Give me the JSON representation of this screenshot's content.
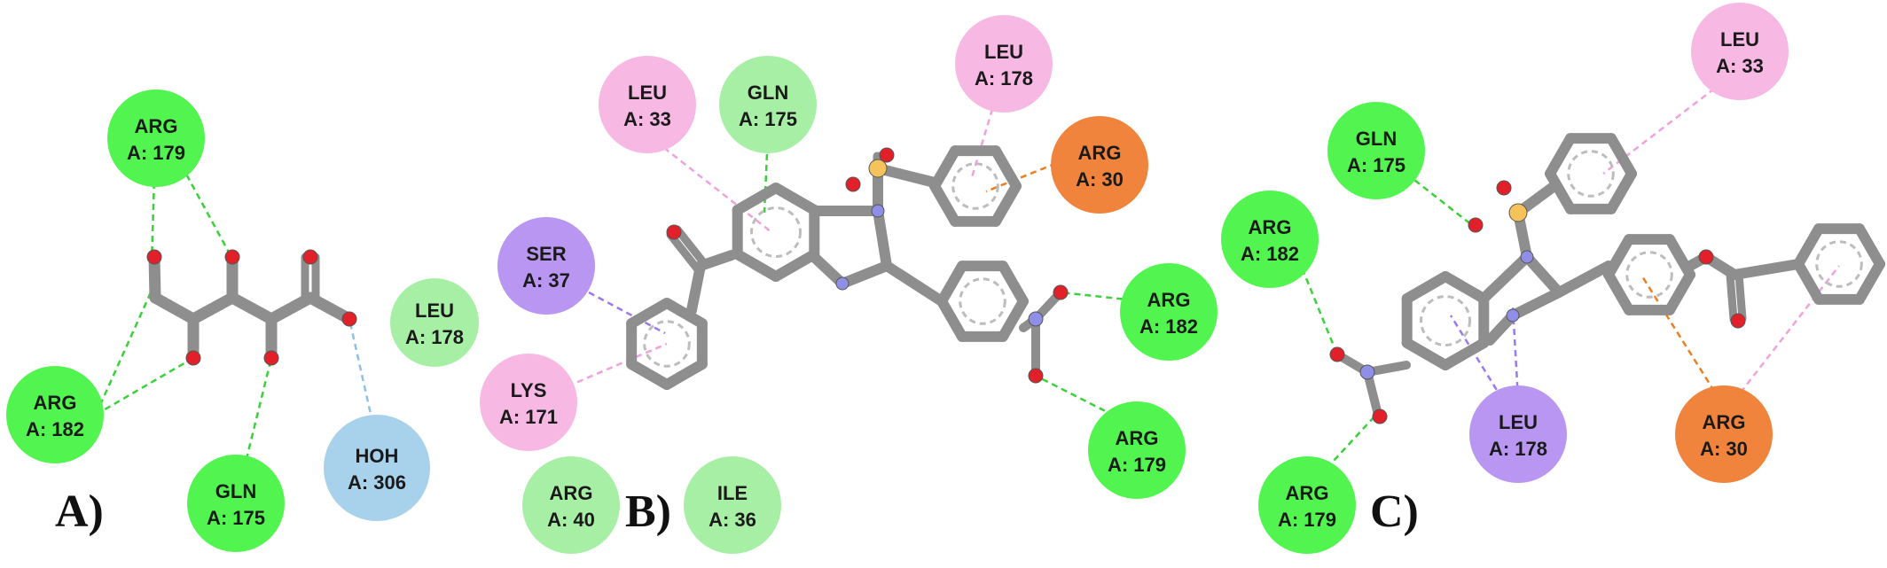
{
  "colors": {
    "green": "#52f44f",
    "light_green": "#a8efa6",
    "pink": "#f8b8e4",
    "purple": "#b896f2",
    "orange": "#f0843c",
    "light_blue": "#a8d2ec",
    "carbon": "#8e8e8e",
    "oxygen": "#e2202a",
    "nitrogen": "#8f8fe8",
    "sulfur": "#f5c25c",
    "hbond_line": "#3ad13a",
    "pi_alkyl_line": "#f0a2dc",
    "pi_sigma_line": "#9c78ee",
    "pi_cation_line": "#ee7e20",
    "water_line": "#8fc0e6"
  },
  "panels": {
    "A": {
      "label": "A)",
      "residues": [
        {
          "name": "ARG",
          "id": "A: 179",
          "color": "green"
        },
        {
          "name": "ARG",
          "id": "A: 182",
          "color": "green"
        },
        {
          "name": "GLN",
          "id": "A: 175",
          "color": "green"
        },
        {
          "name": "HOH",
          "id": "A: 306",
          "color": "light_blue"
        }
      ]
    },
    "B": {
      "label": "B)",
      "residues": [
        {
          "name": "LEU",
          "id": "A: 33",
          "color": "pink"
        },
        {
          "name": "GLN",
          "id": "A: 175",
          "color": "light_green"
        },
        {
          "name": "LEU",
          "id": "A: 178",
          "color": "pink"
        },
        {
          "name": "ARG",
          "id": "A: 30",
          "color": "orange"
        },
        {
          "name": "SER",
          "id": "A: 37",
          "color": "purple"
        },
        {
          "name": "LEU",
          "id": "A: 178",
          "color": "light_green"
        },
        {
          "name": "LYS",
          "id": "A: 171",
          "color": "pink"
        },
        {
          "name": "ARG",
          "id": "A: 182",
          "color": "green"
        },
        {
          "name": "ARG",
          "id": "A: 179",
          "color": "green"
        },
        {
          "name": "ARG",
          "id": "A: 40",
          "color": "light_green"
        },
        {
          "name": "ILE",
          "id": "A: 36",
          "color": "light_green"
        }
      ]
    },
    "C": {
      "label": "C)",
      "residues": [
        {
          "name": "GLN",
          "id": "A: 175",
          "color": "green"
        },
        {
          "name": "LEU",
          "id": "A: 33",
          "color": "pink"
        },
        {
          "name": "ARG",
          "id": "A: 182",
          "color": "green"
        },
        {
          "name": "LEU",
          "id": "A: 178",
          "color": "purple"
        },
        {
          "name": "ARG",
          "id": "A: 30",
          "color": "orange"
        },
        {
          "name": "ARG",
          "id": "A: 179",
          "color": "green"
        }
      ]
    }
  }
}
